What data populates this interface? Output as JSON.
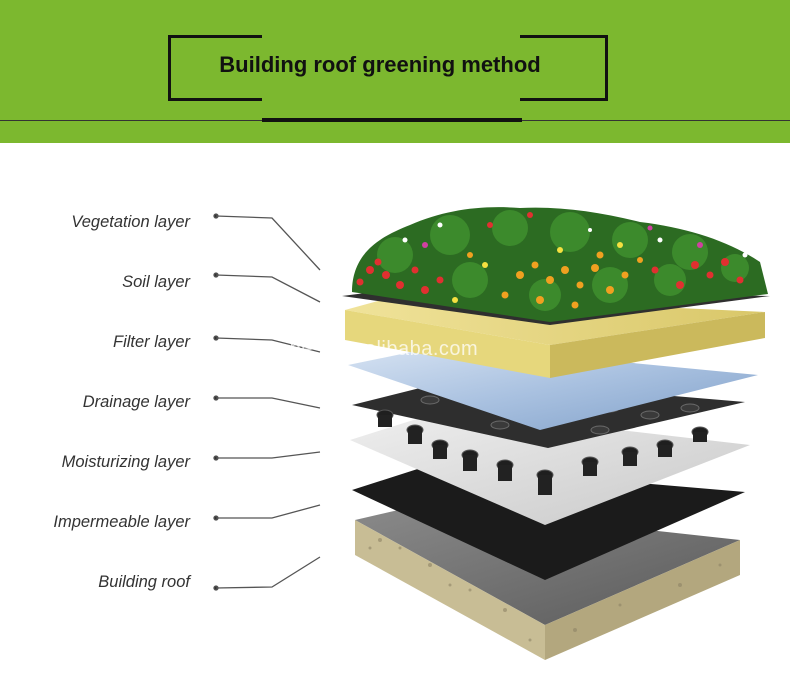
{
  "header": {
    "title": "Building roof greening method"
  },
  "layers": [
    {
      "label": "Vegetation layer"
    },
    {
      "label": "Soil layer"
    },
    {
      "label": "Filter layer"
    },
    {
      "label": "Drainage layer"
    },
    {
      "label": "Moisturizing layer"
    },
    {
      "label": "Impermeable layer"
    },
    {
      "label": "Building roof"
    }
  ],
  "watermark": "tabest.en.alibaba.com",
  "colors": {
    "header_green": "#7cb82f",
    "soil_yellow": "#e6d77c",
    "filter_blue": "#b9cde6",
    "drainage_dark": "#2e2e2e",
    "moisture_gray": "#dcdcdc",
    "impermeable_black": "#1b1b1b",
    "roof_gray": "#6f6f6f",
    "concrete": "#c8bd95"
  }
}
